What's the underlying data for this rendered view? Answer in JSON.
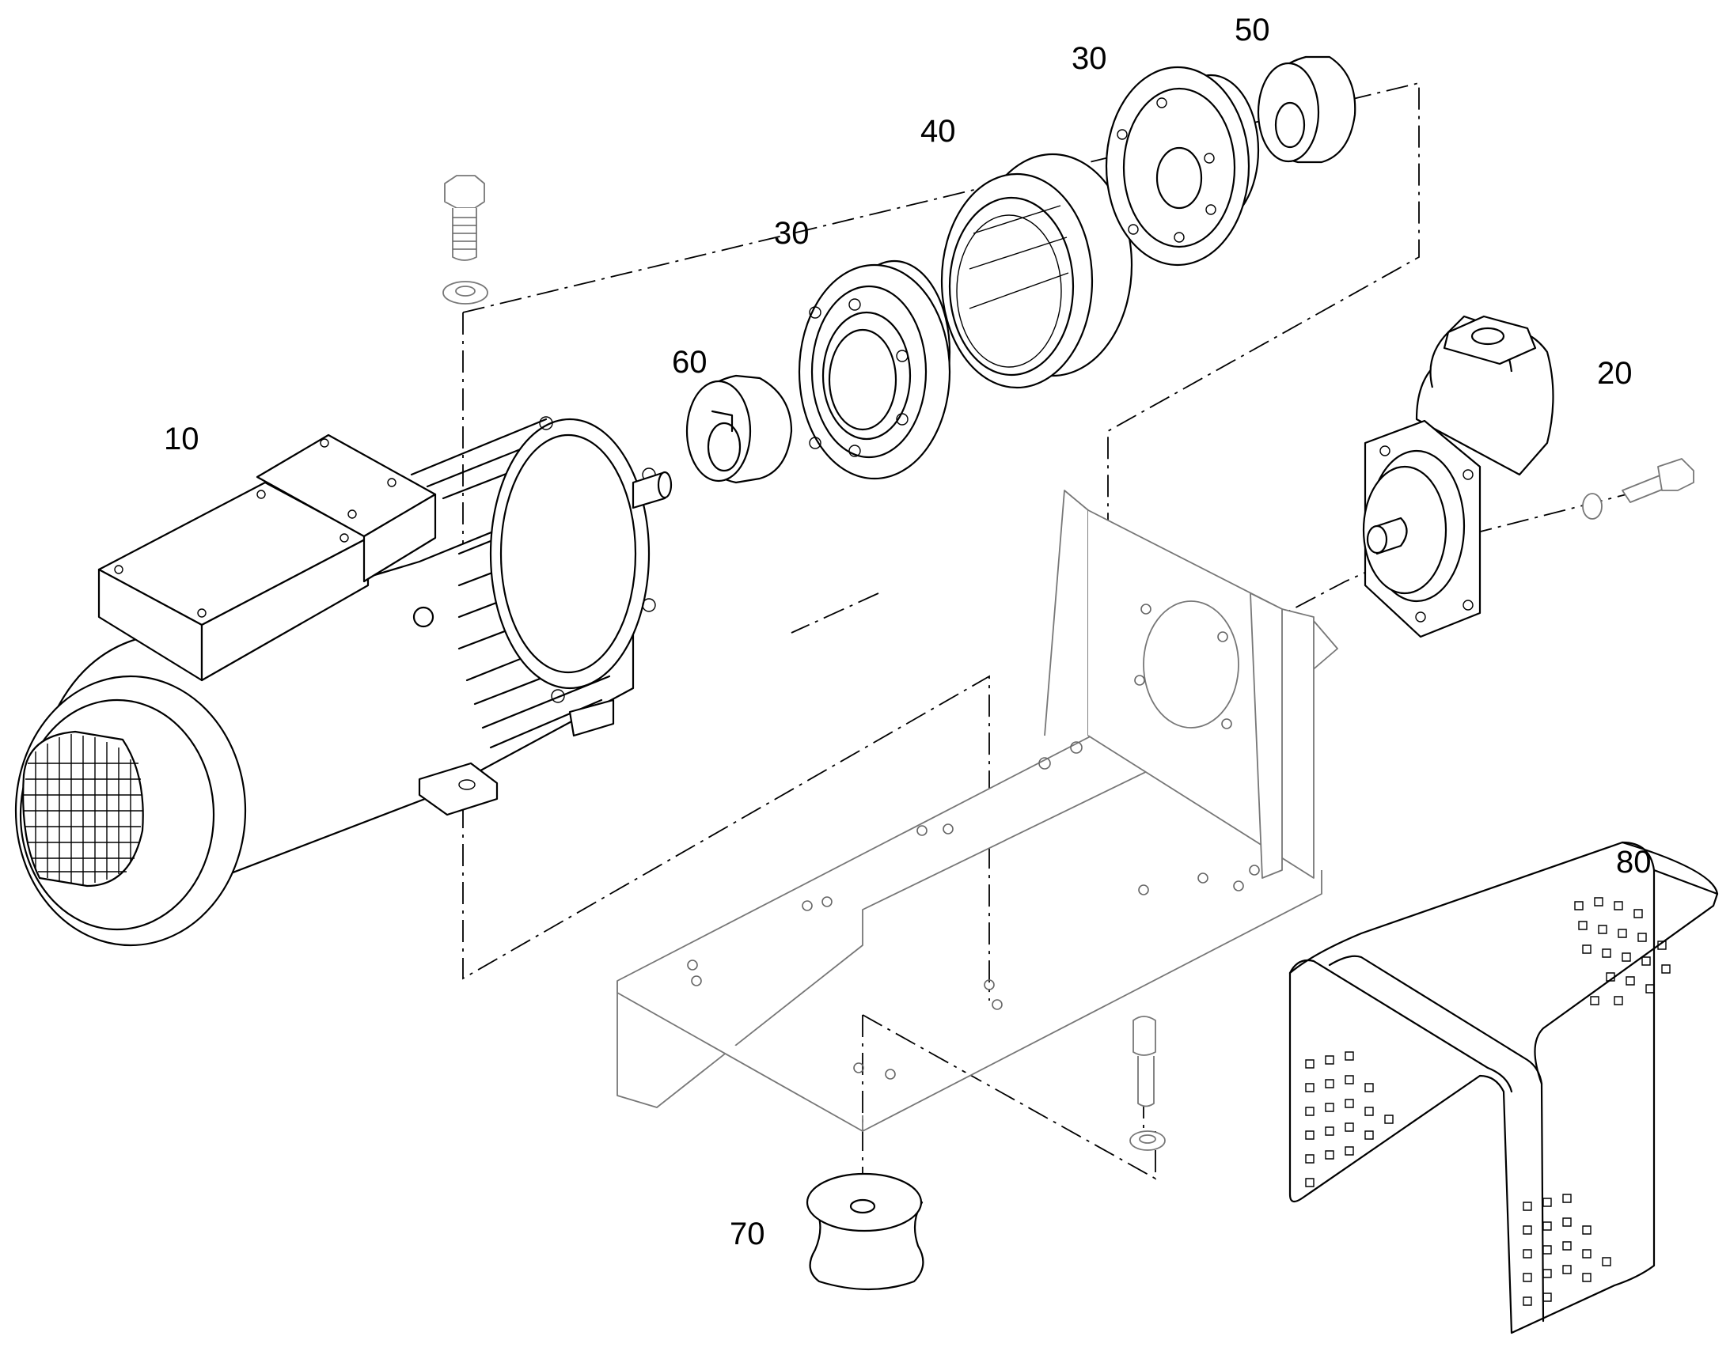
{
  "callouts": {
    "motor": "10",
    "hydraulic_pump": "20",
    "coupling_hub_pump_side": "30",
    "coupling_hub_motor_side": "30",
    "coupling_element": "40",
    "taper_bush_pump": "50",
    "taper_bush_motor": "60",
    "rubber_mount": "70",
    "guard_cover": "80"
  }
}
